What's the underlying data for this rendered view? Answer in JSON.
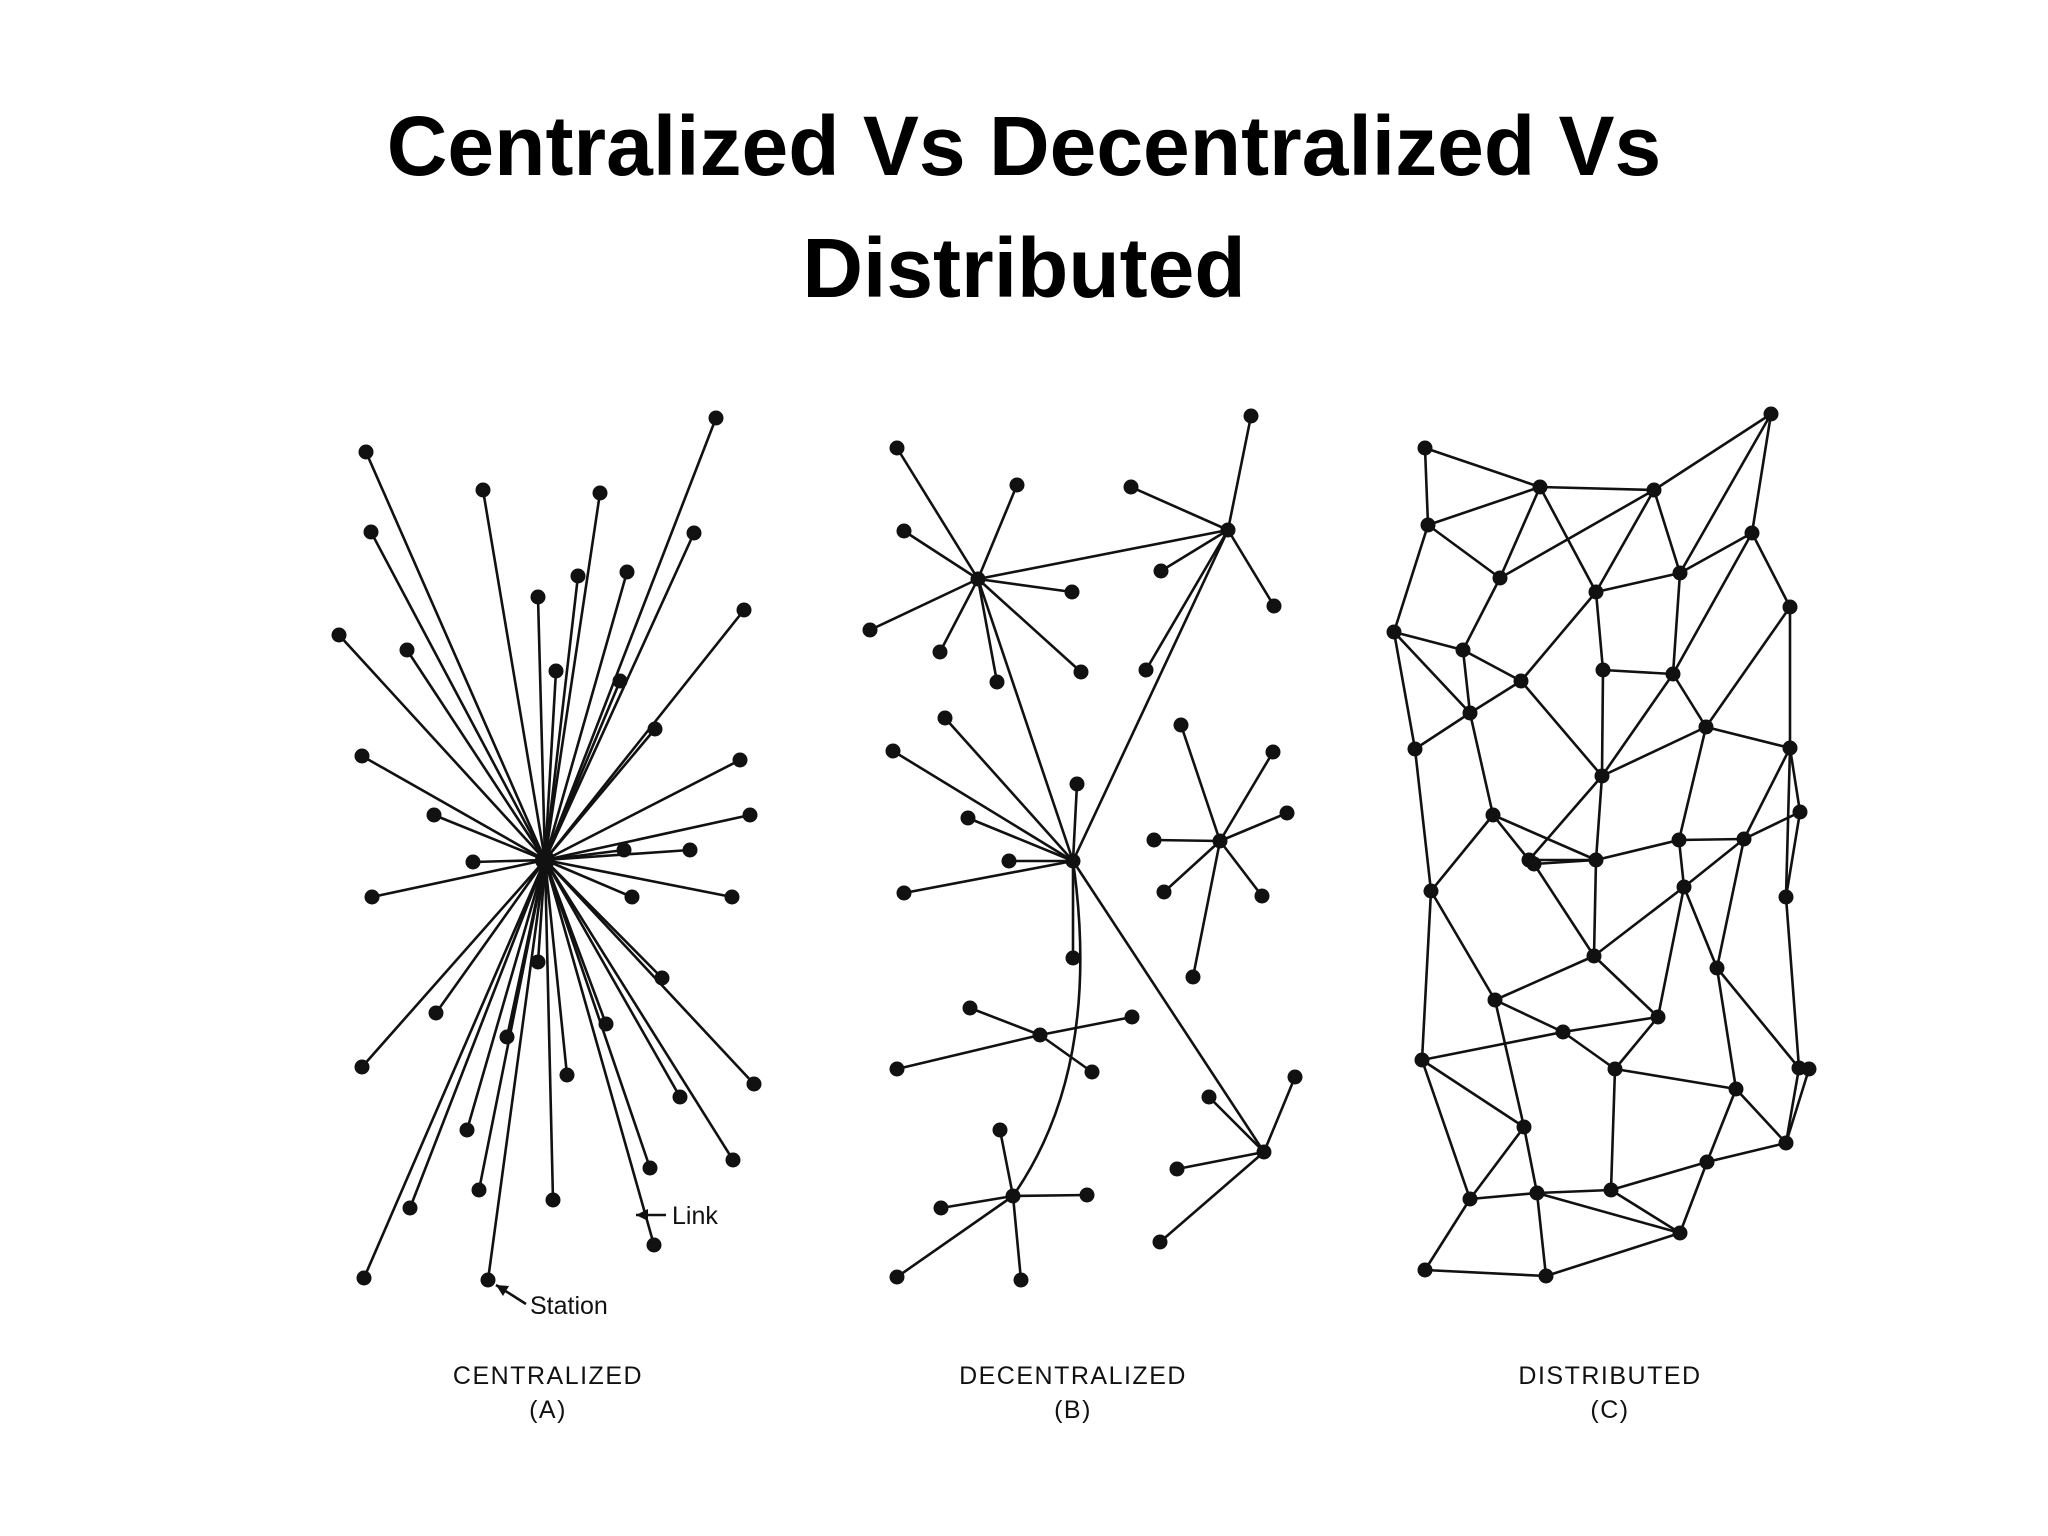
{
  "slide": {
    "title_line1": "Centralized Vs Decentralized Vs",
    "title_line2": "Distributed"
  },
  "figure": {
    "panels": [
      {
        "caption": "CENTRALIZED",
        "sublabel": "(A)"
      },
      {
        "caption": "DECENTRALIZED",
        "sublabel": "(B)"
      },
      {
        "caption": "DISTRIBUTED",
        "sublabel": "(C)"
      }
    ],
    "annotations": {
      "link": "Link",
      "station": "Station"
    }
  },
  "colors": {
    "ink": "#111111",
    "background": "#ffffff"
  }
}
